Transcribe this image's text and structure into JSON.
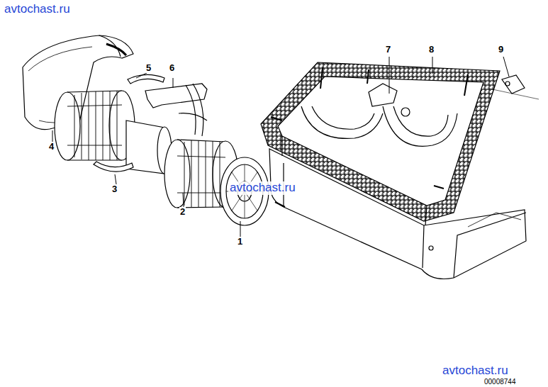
{
  "diagram": {
    "labels": [
      "avtochast.ru",
      "5",
      "6",
      "7",
      "8",
      "9",
      "4",
      "3",
      "2",
      "avtochast.ru",
      "1",
      "avtochast.ru",
      "00008744"
    ]
  }
}
